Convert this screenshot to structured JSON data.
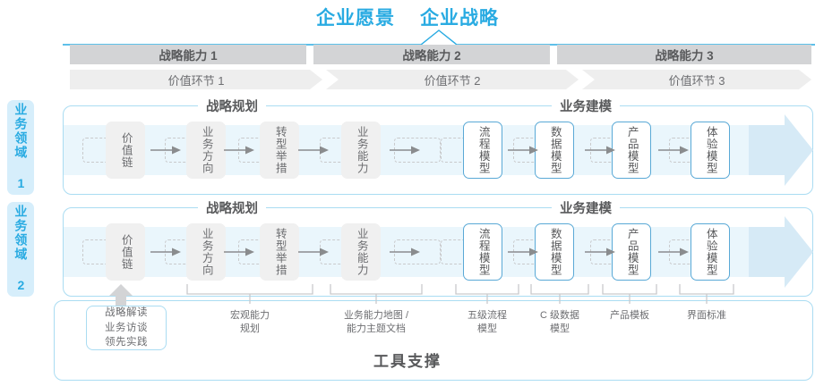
{
  "top": {
    "titles": [
      "企业愿景",
      "企业战略"
    ],
    "accent": "#29abe2"
  },
  "capabilities": [
    {
      "label": "战略能力 1"
    },
    {
      "label": "战略能力 2"
    },
    {
      "label": "战略能力 3"
    }
  ],
  "value_links": [
    {
      "label": "价值环节 1"
    },
    {
      "label": "价值环节 2"
    },
    {
      "label": "价值环节 3"
    }
  ],
  "domains": [
    {
      "label": "业务领域 1"
    },
    {
      "label": "业务领域 2"
    }
  ],
  "row_sections": {
    "planning_title": "战略规划",
    "modeling_title": "业务建模"
  },
  "nodes": {
    "planning": [
      "价值链",
      "业务方向",
      "转型举措",
      "业务能力"
    ],
    "modeling": [
      "流程模型",
      "数据模型",
      "产品模型",
      "体验模型"
    ]
  },
  "tools": {
    "title": "工具支撑",
    "card": "战略解读\n业务访谈\n领先实践",
    "card_lines": [
      "战略解读",
      "业务访谈",
      "领先实践"
    ],
    "labels": [
      {
        "lines": [
          "宏观能力",
          "规划"
        ]
      },
      {
        "lines": [
          "业务能力地图 /",
          "能力主题文档"
        ]
      },
      {
        "lines": [
          "五级流程",
          "模型"
        ]
      },
      {
        "lines": [
          "C 级数据",
          "模型"
        ]
      },
      {
        "lines": [
          "产品模板"
        ]
      },
      {
        "lines": [
          "界面标准"
        ]
      }
    ]
  },
  "colors": {
    "accent_blue": "#29abe2",
    "border_blue": "#aadcf2",
    "node_blue_border": "#5aa9d6",
    "bar_gray": "#d3d4d6",
    "chev_gray": "#eeeeee",
    "node_gray": "#f0f0f0",
    "band_blue": "#eaf6fc",
    "arrow_blue": "#d6eaf6",
    "text_gray": "#58595b"
  }
}
